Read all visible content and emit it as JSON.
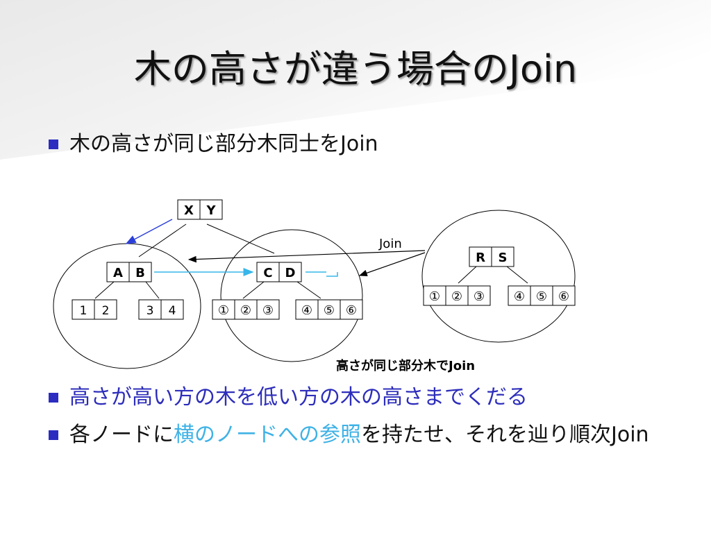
{
  "title": "木の高さが違う場合のJoin",
  "bullets": {
    "b1": "木の高さが同じ部分木同士をJoin",
    "b2": "高さが高い方の木を低い方の木の高さまでくだる",
    "b3_pre": "各ノードに",
    "b3_highlight": "横のノードへの参照",
    "b3_post": "を持たせ、それを辿り順次Join"
  },
  "diagram": {
    "root_left": [
      "X",
      "Y"
    ],
    "node_ab": [
      "A",
      "B"
    ],
    "node_cd": [
      "C",
      "D"
    ],
    "node_rs": [
      "R",
      "S"
    ],
    "leaf_12": [
      "1",
      "2"
    ],
    "leaf_34": [
      "3",
      "4"
    ],
    "leaf_c123": [
      "①",
      "②",
      "③"
    ],
    "leaf_c456": [
      "④",
      "⑤",
      "⑥"
    ],
    "right_c123": [
      "①",
      "②",
      "③"
    ],
    "right_c456": [
      "④",
      "⑤",
      "⑥"
    ],
    "join_label": "Join",
    "caption": "高さが同じ部分木でJoin"
  },
  "colors": {
    "bullet": "#2c2cc0",
    "blue_text": "#2d2dbb",
    "cyan_text": "#3fb2e6",
    "blue_arrow": "#2b3fd8",
    "cyan_arrow": "#37b6ea"
  }
}
